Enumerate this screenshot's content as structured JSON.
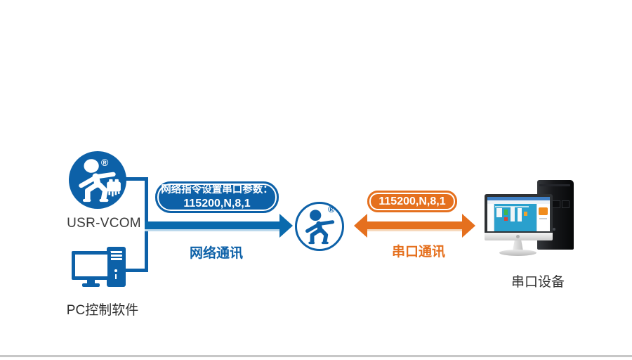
{
  "colors": {
    "blue": "#0d61a8",
    "arrow-blue": "#0a6aad",
    "arrow-blue-edge": "#bdd9ec",
    "orange": "#e5701e",
    "arrow-orange-edge": "#f6d9bd",
    "divider-gray": "#c7c7c7"
  },
  "left_device": {
    "logo_label": "USR-VCOM",
    "registered_mark": "®",
    "pc_label": "PC控制软件"
  },
  "network_link": {
    "bubble_line1": "网络指令设置串口参数：",
    "bubble_line2": "115200,N,8,1",
    "channel_label": "网络通讯"
  },
  "center_device": {
    "registered_mark": "®"
  },
  "serial_link": {
    "bubble_text": "115200,N,8,1",
    "channel_label": "串口通讯"
  },
  "right_device": {
    "label": "串口设备"
  }
}
